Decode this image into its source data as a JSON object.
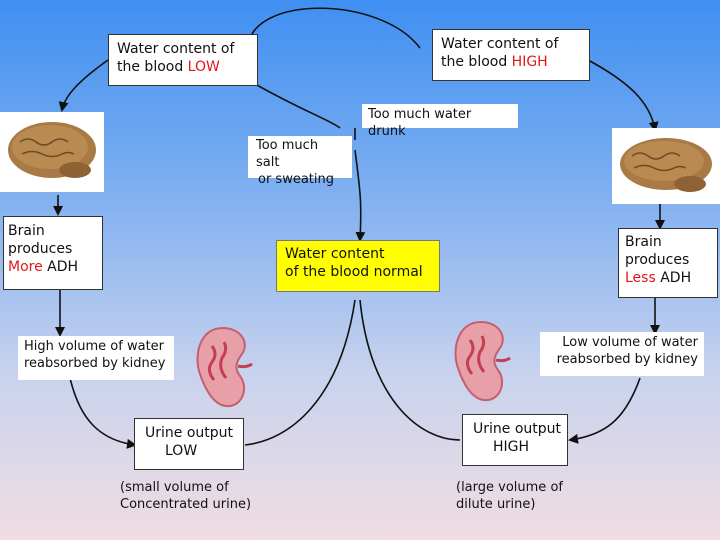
{
  "boxes": {
    "water_low": {
      "line1": "Water content of",
      "line2_prefix": "the blood ",
      "line2_highlight": "LOW"
    },
    "water_high": {
      "line1": "Water content of",
      "line2_prefix": "the blood ",
      "line2_highlight": "HIGH"
    },
    "too_much_water": "Too much water drunk",
    "salt_sweat": {
      "line1": "Too much salt",
      "line2": "or sweating"
    },
    "brain_more": {
      "line1": "Brain",
      "line2": "produces",
      "line3_highlight": "More",
      "line3_suffix": " ADH"
    },
    "brain_less": {
      "line1": "Brain",
      "line2": "produces",
      "line3_highlight": "Less",
      "line3_suffix": " ADH"
    },
    "normal": {
      "line1": "Water content",
      "line2": "of the blood normal"
    },
    "high_reabsorb": {
      "line1": "High volume of water",
      "line2": "reabsorbed by kidney"
    },
    "low_reabsorb": {
      "line1": "Low volume of water",
      "line2": "reabsorbed by kidney"
    },
    "urine_low": {
      "line1": "Urine output",
      "line2": "LOW"
    },
    "urine_high": {
      "line1": "Urine output",
      "line2": "HIGH"
    },
    "small_vol": {
      "line1": "(small volume of",
      "line2": "Concentrated urine)"
    },
    "large_vol": {
      "line1": "(large volume of",
      "line2": "dilute urine)"
    }
  },
  "colors": {
    "highlight_red": "#e0161b",
    "normal_box": "#ffff00",
    "arrow": "#111111"
  },
  "icons": [
    "brain-image",
    "kidney-image"
  ]
}
